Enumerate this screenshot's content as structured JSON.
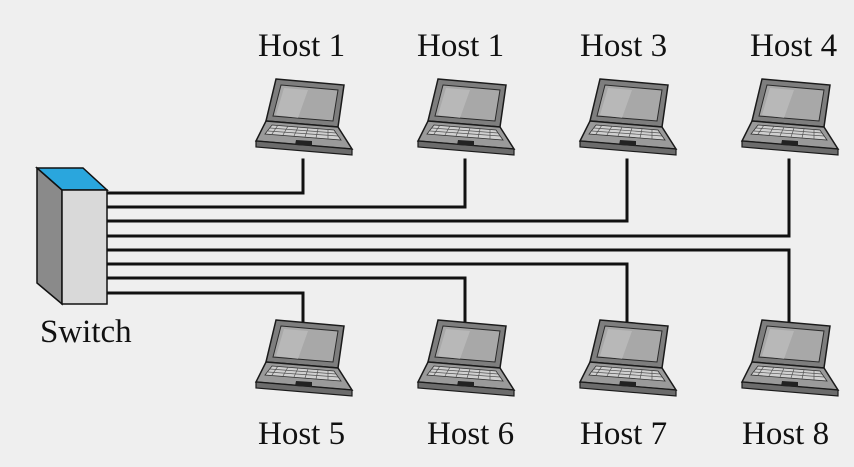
{
  "colors": {
    "panel": "#efefef",
    "wire": "#111111",
    "switch_top": "#2aa6dd",
    "switch_front": "#d9d9d9",
    "switch_side": "#8a8a8a",
    "laptop_body": "#8c8c8c",
    "laptop_screen": "#a6a6a6"
  },
  "switch": {
    "label": "Switch",
    "icon": "network-switch-icon"
  },
  "top_hosts": [
    {
      "label": "Host 1",
      "icon": "laptop-icon"
    },
    {
      "label": "Host 1",
      "icon": "laptop-icon"
    },
    {
      "label": "Host 3",
      "icon": "laptop-icon"
    },
    {
      "label": "Host 4",
      "icon": "laptop-icon"
    }
  ],
  "bottom_hosts": [
    {
      "label": "Host 5",
      "icon": "laptop-icon"
    },
    {
      "label": "Host 6",
      "icon": "laptop-icon"
    },
    {
      "label": "Host 7",
      "icon": "laptop-icon"
    },
    {
      "label": "Host 8",
      "icon": "laptop-icon"
    }
  ]
}
